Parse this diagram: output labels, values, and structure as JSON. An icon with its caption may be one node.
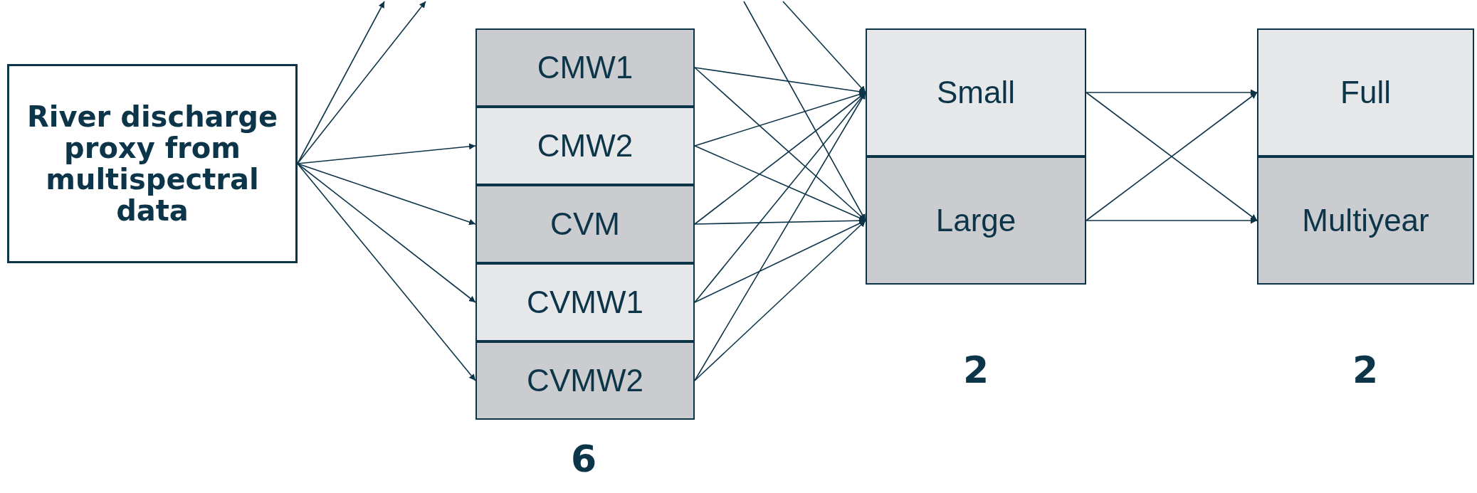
{
  "diagram": {
    "nodes": [
      {
        "text": [
          "River discharge proxy from multispectral data"
        ]
      },
      {
        "text": [
          "CMW1"
        ]
      },
      {
        "text": [
          "CMW2"
        ]
      },
      {
        "text": [
          "CVM"
        ]
      },
      {
        "text": [
          "CVMW1"
        ]
      },
      {
        "text": [
          "CVMW2"
        ]
      },
      {
        "text": [
          "Small"
        ]
      },
      {
        "text": [
          "Large"
        ]
      },
      {
        "text": [
          "Full"
        ]
      },
      {
        "text": [
          "Multiyear"
        ]
      }
    ],
    "edges": [
      {
        "from": 0,
        "to": null,
        "arrow": "to"
      },
      {
        "from": 0,
        "to": null,
        "arrow": "to"
      },
      {
        "from": 0,
        "to": 2,
        "arrow": "to"
      },
      {
        "from": 0,
        "to": 3,
        "arrow": "to"
      },
      {
        "from": 0,
        "to": 4,
        "arrow": "to"
      },
      {
        "from": 0,
        "to": 5,
        "arrow": "to"
      },
      {
        "from": 1,
        "to": 6,
        "arrow": "to"
      },
      {
        "from": 1,
        "to": 7,
        "arrow": "to"
      },
      {
        "from": null,
        "to": 6,
        "arrow": "to"
      },
      {
        "from": null,
        "to": 7,
        "arrow": "to"
      },
      {
        "from": 2,
        "to": 6,
        "arrow": "to"
      },
      {
        "from": 2,
        "to": 7,
        "arrow": "to"
      },
      {
        "from": 3,
        "to": 6,
        "arrow": "to"
      },
      {
        "from": 3,
        "to": 7,
        "arrow": "to"
      },
      {
        "from": 4,
        "to": 6,
        "arrow": "to"
      },
      {
        "from": 4,
        "to": 7,
        "arrow": "to"
      },
      {
        "from": 5,
        "to": 6,
        "arrow": "to"
      },
      {
        "from": 5,
        "to": 7,
        "arrow": "to"
      },
      {
        "from": 6,
        "to": 8,
        "arrow": "to"
      },
      {
        "from": 6,
        "to": 9,
        "arrow": "to"
      },
      {
        "from": 7,
        "to": 8,
        "arrow": "to"
      },
      {
        "from": 7,
        "to": 9,
        "arrow": "to"
      }
    ],
    "labels": [
      "6",
      "2",
      "2"
    ]
  }
}
